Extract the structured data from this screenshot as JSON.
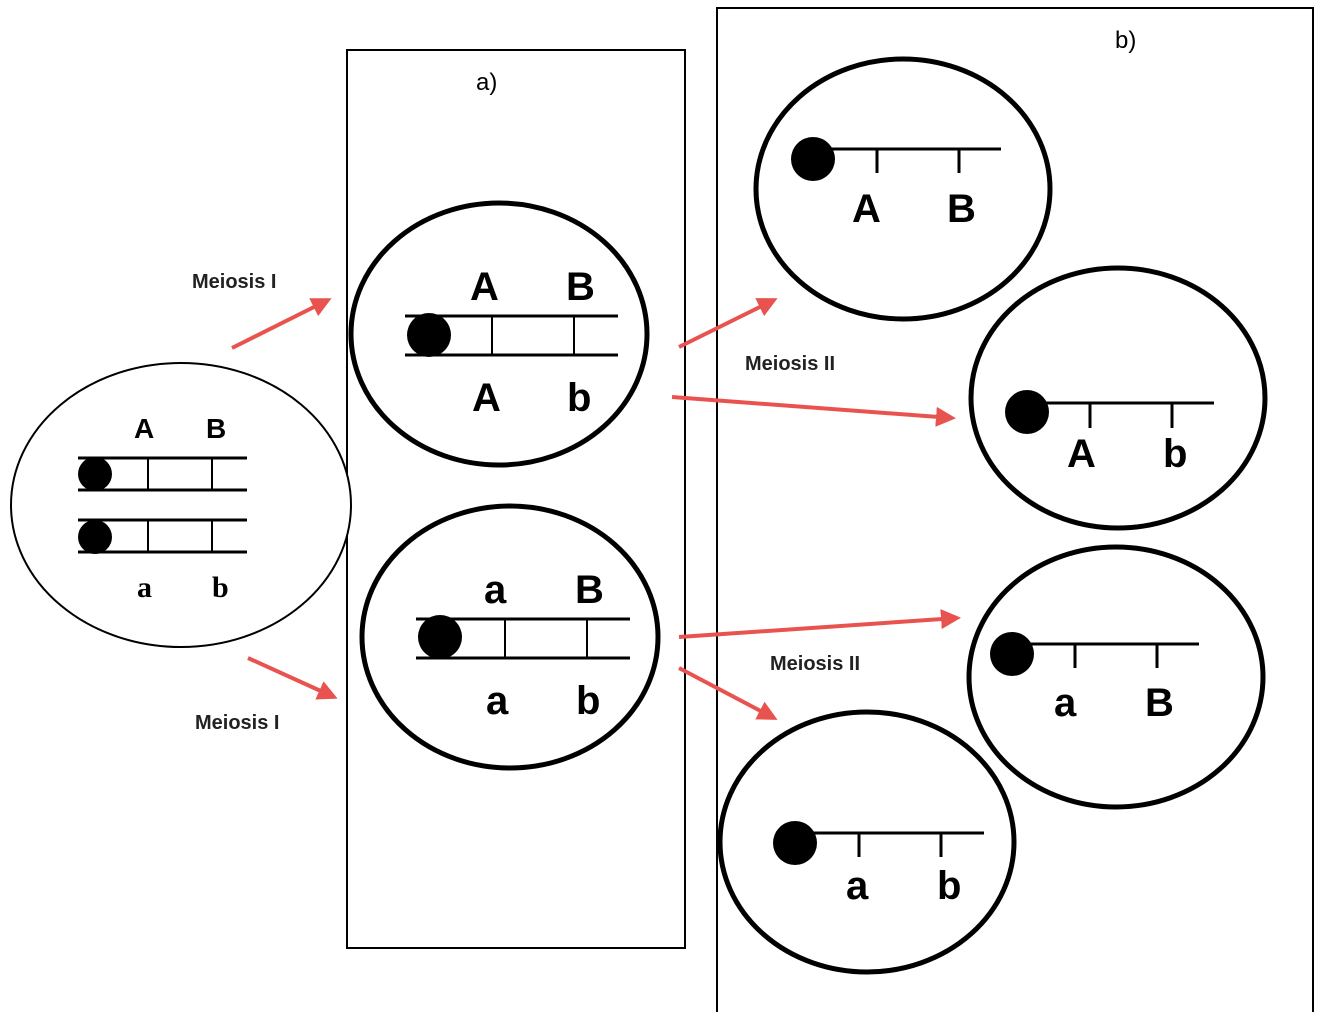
{
  "panels": {
    "a_label": "a)",
    "b_label": "b)"
  },
  "steps": {
    "meiosis_1_upper": "Meiosis I",
    "meiosis_1_lower": "Meiosis I",
    "meiosis_2_upper": "Meiosis II",
    "meiosis_2_lower": "Meiosis II"
  },
  "parent_cell": {
    "top_alleles": [
      "A",
      "B"
    ],
    "bottom_alleles": [
      "a",
      "b"
    ]
  },
  "meiosis1_cells": [
    {
      "top_alleles": [
        "A",
        "B"
      ],
      "bottom_alleles": [
        "A",
        "b"
      ]
    },
    {
      "top_alleles": [
        "a",
        "B"
      ],
      "bottom_alleles": [
        "a",
        "b"
      ]
    }
  ],
  "gametes": [
    {
      "alleles": [
        "A",
        "B"
      ]
    },
    {
      "alleles": [
        "A",
        "b"
      ]
    },
    {
      "alleles": [
        "a",
        "B"
      ]
    },
    {
      "alleles": [
        "a",
        "b"
      ]
    }
  ],
  "colors": {
    "arrow": "#e8534f",
    "outline": "#000000"
  }
}
